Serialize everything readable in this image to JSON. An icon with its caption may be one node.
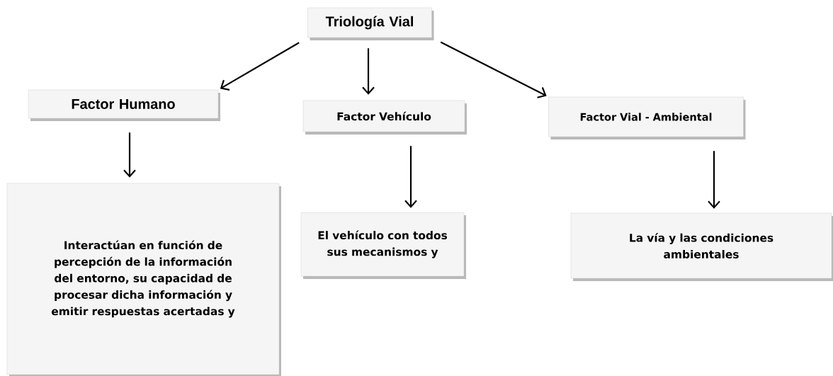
{
  "diagram": {
    "nodes": [
      {
        "text": [
          "Triología Vial"
        ]
      },
      {
        "text": [
          "Factor Humano"
        ]
      },
      {
        "text": [
          "Factor Vehículo"
        ]
      },
      {
        "text": [
          "Factor Vial - Ambiental"
        ]
      },
      {
        "text": [
          "Interactúan en función de percepción de la información del entorno, su capacidad de procesar dicha información y emitir respuestas acertadas y"
        ]
      },
      {
        "text": [
          "El vehículo con todos sus mecanismos y"
        ]
      },
      {
        "text": [
          "La vía y las condiciones ambientales"
        ]
      }
    ],
    "edges": [
      {
        "from": 0,
        "to": 1,
        "arrow": "to"
      },
      {
        "from": 0,
        "to": 2,
        "arrow": "to"
      },
      {
        "from": 0,
        "to": 3,
        "arrow": "to"
      },
      {
        "from": 1,
        "to": 4,
        "arrow": "to"
      },
      {
        "from": 2,
        "to": 5,
        "arrow": "to"
      },
      {
        "from": 3,
        "to": 6,
        "arrow": "to"
      }
    ]
  }
}
